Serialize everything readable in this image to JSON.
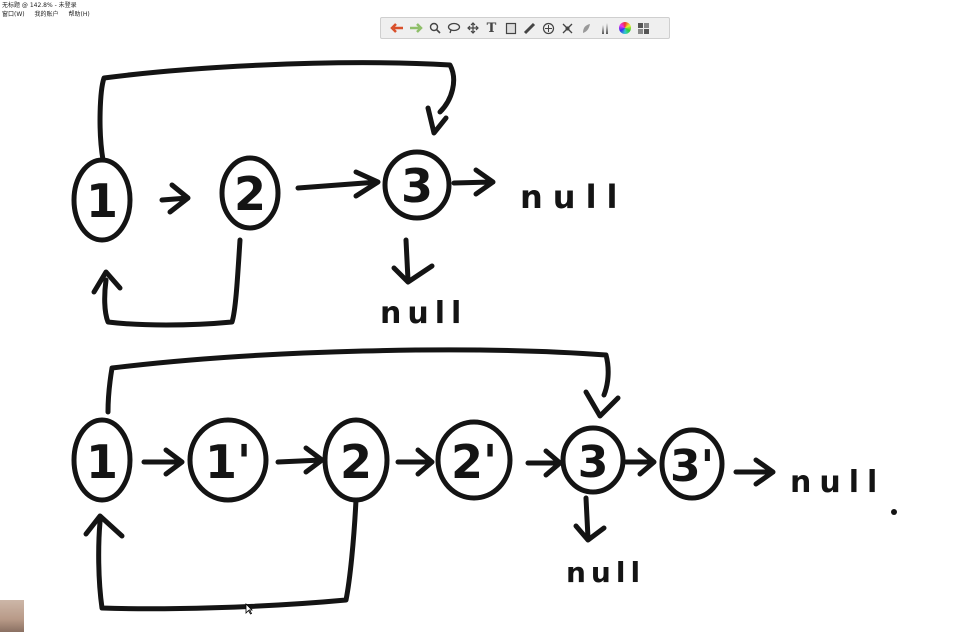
{
  "window": {
    "title": "无标题 @ 142.8% - 未登录",
    "menu": [
      "窗口(W)",
      "我的账户",
      "帮助(H)"
    ]
  },
  "toolbar": {
    "tools": [
      "undo-arrow-icon",
      "redo-arrow-icon",
      "zoom-icon",
      "lasso-icon",
      "move-icon",
      "text-tool-icon",
      "image-tool-icon",
      "ruler-icon",
      "symmetry-icon",
      "transform-icon",
      "blend-icon",
      "brush-icon",
      "color-wheel-icon",
      "layers-icon"
    ],
    "text_tool_label": "T"
  },
  "diagram": {
    "top": {
      "nodes": [
        "1",
        "2",
        "3"
      ],
      "null_labels": [
        "null",
        "null"
      ]
    },
    "bottom": {
      "nodes": [
        "1",
        "1'",
        "2",
        "2'",
        "3",
        "3'"
      ],
      "null_labels": [
        "null",
        "null"
      ]
    }
  },
  "colors": {
    "ink": "#141414",
    "background": "#ffffff",
    "toolbar_bg": "#efefef",
    "undo_arrow": "#d9502b",
    "redo_arrow": "#8fbf6a"
  }
}
